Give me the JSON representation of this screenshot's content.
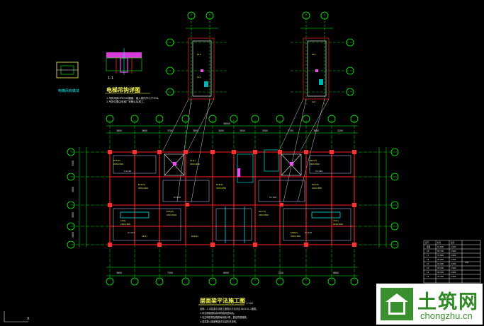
{
  "drawing": {
    "plan_title": "层面梁平法施工图",
    "stair_title": "电梯吊钩详图",
    "section_title": "1-1",
    "colors": {
      "background": "#000000",
      "axis": "#00ff00",
      "beam": "#ff2020",
      "column": "#ff3030",
      "wall": "#c8c8ff",
      "dim": "#00ff00",
      "text": "#ffff55",
      "hatch": "#ff44ff"
    }
  },
  "logo": {
    "cn": "土筑网",
    "url": "chongzhu.cn"
  }
}
